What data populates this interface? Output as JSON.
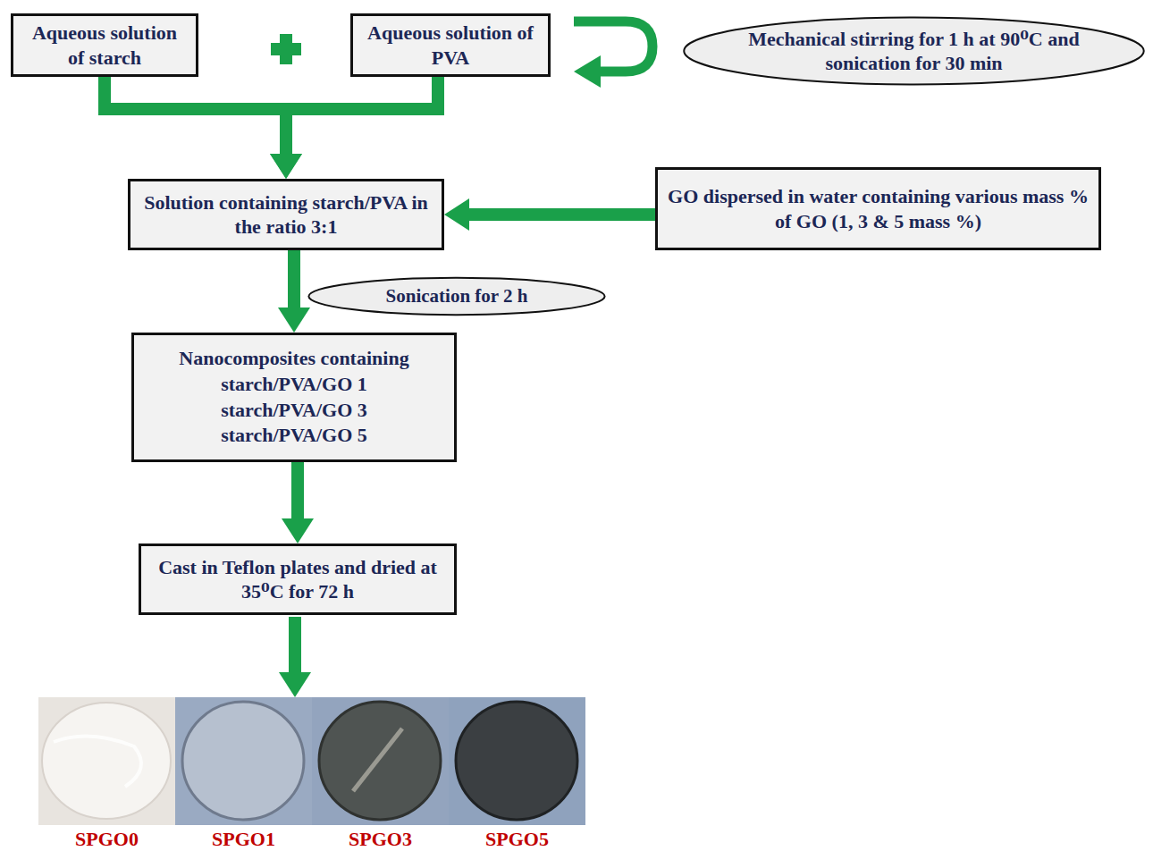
{
  "diagram": {
    "nodes": [
      {
        "text": [
          "Aqueous solution of starch"
        ]
      },
      {
        "text": [
          "Aqueous solution of PVA"
        ]
      },
      {
        "text": [
          "Mechanical stirring for 1 h at 90⁰C and sonication for 30 min"
        ]
      },
      {
        "text": [
          "Solution containing starch/PVA in the ratio 3:1"
        ]
      },
      {
        "text": [
          "GO dispersed in water containing various mass % of GO (1, 3 & 5 mass %)"
        ]
      },
      {
        "text": [
          "Sonication for 2 h"
        ]
      },
      {
        "text": [
          "Nanocomposites containing",
          "starch/PVA/GO 1",
          "starch/PVA/GO 3",
          "starch/PVA/GO 5"
        ]
      },
      {
        "text": [
          "Cast in Teflon plates and dried at 35⁰C for 72 h"
        ]
      }
    ],
    "edges": [
      {
        "from": 0,
        "to": 3,
        "arrow": "to"
      },
      {
        "from": 1,
        "to": 3,
        "arrow": "to"
      },
      {
        "from": 4,
        "to": 3,
        "arrow": "to"
      },
      {
        "from": 3,
        "to": 6,
        "arrow": "to"
      },
      {
        "from": 6,
        "to": 7,
        "arrow": "to"
      }
    ],
    "labels": [
      "SPGO0",
      "SPGO1",
      "SPGO3",
      "SPGO5"
    ]
  }
}
